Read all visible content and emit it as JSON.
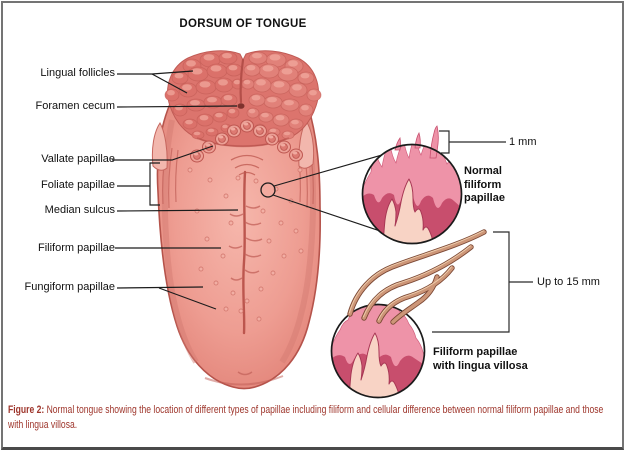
{
  "title": "DORSUM OF TONGUE",
  "labels": {
    "lingual_follicles": "Lingual follicles",
    "foramen_cecum": "Foramen cecum",
    "vallate_papillae": "Vallate papillae",
    "foliate_papillae": "Foliate papillae",
    "median_sulcus": "Median sulcus",
    "filiform_papillae": "Filiform papillae",
    "fungiform_papillae": "Fungiform papillae"
  },
  "insets": {
    "normal": {
      "label": "Normal filiform papillae",
      "measurement": "1 mm"
    },
    "villosa": {
      "label": "Filiform papillae with lingua villosa",
      "measurement": "Up to 15 mm"
    }
  },
  "caption": {
    "prefix": "Figure 2:",
    "text": "Normal tongue showing the location of different types of papillae including filiform and cellular difference between normal filiform papillae and those with lingua villosa."
  },
  "colors": {
    "tongue_base": "#EE9D92",
    "tongue_outline": "#B5534B",
    "follicle": "#DC746D",
    "inset_pink": "#EE93A8",
    "inset_dark_rose": "#C84E6D",
    "inset_cream": "#F8D3C5",
    "villi_tan": "#CD9678",
    "caption_red": "#9E352B",
    "line_black": "#1C1C1C"
  }
}
